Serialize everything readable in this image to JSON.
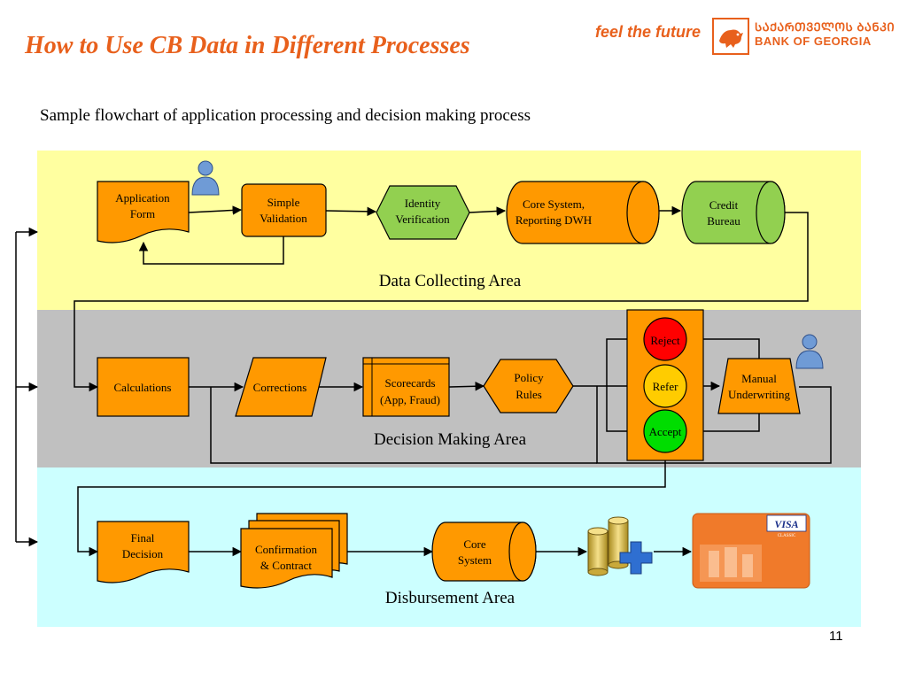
{
  "header": {
    "title": "How to Use CB Data in Different Processes",
    "slogan": "feel the future",
    "bank_name_georgian": "ᲡᲐᲥᲐᲠᲗᲕᲔᲚᲝᲡ ᲑᲐᲜᲙᲘ",
    "bank_name": "BANK OF GEORGIA"
  },
  "subtitle": "Sample flowchart of application processing and decision making process",
  "areas": {
    "data_collecting": "Data Collecting Area",
    "decision_making": "Decision Making Area",
    "disbursement": "Disbursement Area"
  },
  "nodes": {
    "application_form": [
      "Application",
      "Form"
    ],
    "simple_validation": [
      "Simple",
      "Validation"
    ],
    "identity_verification": [
      "Identity",
      "Verification"
    ],
    "core_system_dwh": [
      "Core System,",
      "Reporting DWH"
    ],
    "credit_bureau": [
      "Credit",
      "Bureau"
    ],
    "calculations": "Calculations",
    "corrections": "Corrections",
    "scorecards": [
      "Scorecards",
      "(App, Fraud)"
    ],
    "policy_rules": [
      "Policy",
      "Rules"
    ],
    "reject": "Reject",
    "refer": "Refer",
    "accept": "Accept",
    "manual_underwriting": [
      "Manual",
      "Underwriting"
    ],
    "final_decision": [
      "Final",
      "Decision"
    ],
    "confirmation_contract": [
      "Confirmation",
      "& Contract"
    ],
    "core_system": [
      "Core",
      "System"
    ]
  },
  "card": {
    "brand": "VISA",
    "tier": "CLASSIC"
  },
  "page_number": "11",
  "colors": {
    "accent": "#e8601c",
    "node_orange": "#ff9900",
    "node_green": "#92d050",
    "zone_yellow": "#ffffa0",
    "zone_gray": "#c0c0c0",
    "zone_cyan": "#ccffff",
    "light_red": "#ff0000",
    "light_yellow": "#ffcc00",
    "light_green": "#00dd00"
  },
  "icons": [
    "person-icon",
    "coins-icon",
    "plus-icon",
    "lion-logo-icon",
    "credit-card-icon"
  ]
}
